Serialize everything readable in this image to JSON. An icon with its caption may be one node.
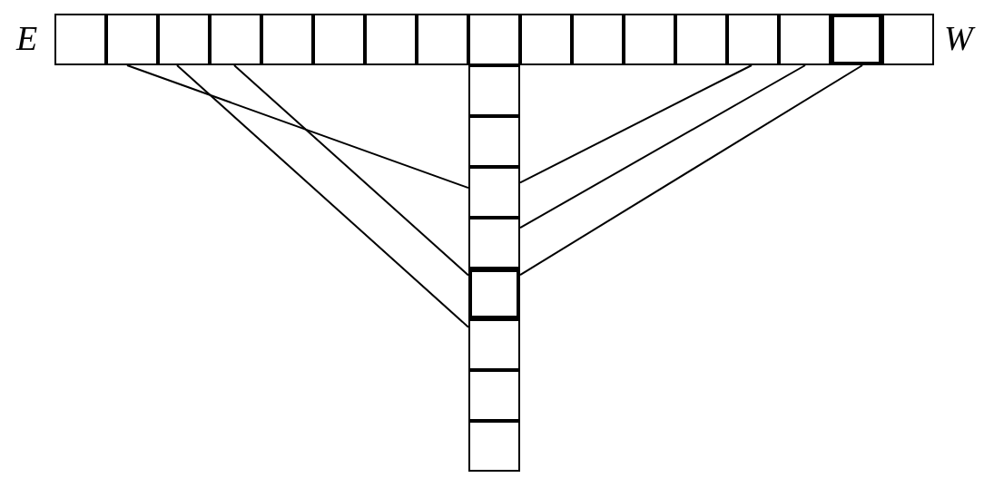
{
  "diagram": {
    "nodes": [
      {
        "text": [],
        "shape": "box"
      },
      {
        "text": [],
        "shape": "box"
      },
      {
        "text": [],
        "shape": "box"
      },
      {
        "text": [],
        "shape": "box"
      },
      {
        "text": [],
        "shape": "box"
      },
      {
        "text": [],
        "shape": "box"
      },
      {
        "text": [],
        "shape": "box"
      },
      {
        "text": [],
        "shape": "box"
      },
      {
        "text": [],
        "shape": "box"
      },
      {
        "text": [],
        "shape": "box"
      },
      {
        "text": [],
        "shape": "box"
      },
      {
        "text": [],
        "shape": "box"
      },
      {
        "text": [],
        "shape": "box"
      },
      {
        "text": [],
        "shape": "box"
      },
      {
        "text": [],
        "shape": "box"
      },
      {
        "text": [],
        "shape": "box"
      },
      {
        "text": [],
        "shape": "box"
      },
      {
        "text": [],
        "shape": "box"
      },
      {
        "text": [],
        "shape": "box"
      },
      {
        "text": [],
        "shape": "box"
      },
      {
        "text": [],
        "shape": "box"
      },
      {
        "text": [],
        "shape": "box"
      },
      {
        "text": [],
        "shape": "box"
      },
      {
        "text": [],
        "shape": "box"
      },
      {
        "text": [],
        "shape": "box"
      }
    ],
    "edges": [
      {
        "from": 1,
        "to": 19,
        "arrow": "none"
      },
      {
        "from": 2,
        "to": 22,
        "arrow": "none"
      },
      {
        "from": 3,
        "to": 21,
        "arrow": "none"
      },
      {
        "from": 13,
        "to": 19,
        "arrow": "none"
      },
      {
        "from": 14,
        "to": 20,
        "arrow": "none"
      },
      {
        "from": 15,
        "to": 21,
        "arrow": "none"
      }
    ],
    "labels": [
      "E",
      "W"
    ]
  }
}
